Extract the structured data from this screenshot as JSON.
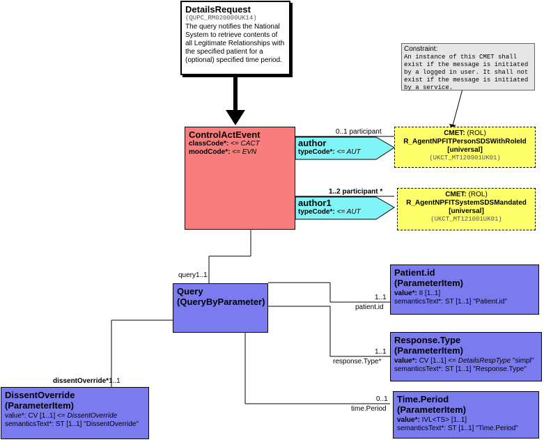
{
  "details_request": {
    "title": "DetailsRequest",
    "code": "(QUPC_RM020000UK14)",
    "description": "The query notifies the National System to retrieve contents of all Legitimate Relationships with the specified patient for a (optional) specified time period."
  },
  "constraint": {
    "label": "Constraint:",
    "text": "An instance of this CMET shall exist if the message is initiated by a logged in user. It shall not exist if the message is initiated by a service."
  },
  "control_act_event": {
    "title": "ControlActEvent",
    "class_code_label": "classCode*:",
    "class_code_value": "<= CACT",
    "mood_code_label": "moodCode*:",
    "mood_code_value": "<= EVN"
  },
  "author": {
    "title": "author",
    "type_code_label": "typeCode*:",
    "type_code_value": "<= AUT",
    "multiplicity": "0..1 participant"
  },
  "author1": {
    "title": "author1",
    "type_code_label": "typeCode*:",
    "type_code_value": "<= AUT",
    "multiplicity": "1..2 participant  *"
  },
  "cmet1": {
    "label": "CMET:",
    "kind": "(ROL)",
    "name": "R_AgentNPFITPersonSDSWithRoleId",
    "qualifier": "[universal]",
    "code": "(UKCT_MT120901UK01)"
  },
  "cmet2": {
    "label": "CMET:",
    "kind": "(ROL)",
    "name": "R_AgentNPFITSystemSDSMandated",
    "qualifier": "[universal]",
    "code": "(UKCT_MT121001UK01)"
  },
  "query": {
    "title": "Query",
    "subtitle": "(QueryByParameter)",
    "link_label": "query",
    "link_mult": "1..1"
  },
  "patient_id": {
    "title": "Patient.id",
    "subtitle": "(ParameterItem)",
    "attr1_label": "value*:",
    "attr1_value": "II [1..1]",
    "attr2_label": "semanticsText*:",
    "attr2_value": "ST [1..1] \"Patient.id\"",
    "mult": "1..1",
    "role": "patient.id"
  },
  "response_type": {
    "title": "Response.Type",
    "subtitle": "(ParameterItem)",
    "attr1_label": "value*:",
    "attr1_value": "CV [1..1] <=",
    "attr1_italic": "DetailsRespType",
    "attr1_tail": "\"simpl\"",
    "attr2_label": "semanticsText*:",
    "attr2_value": "ST [1..1] \"Response.Type\"",
    "mult": "1..1",
    "role": "response.Type*"
  },
  "time_period": {
    "title": "Time.Period",
    "subtitle": "(ParameterItem)",
    "attr1_label": "value*:",
    "attr1_value": "IVL<TS> [1..1]",
    "attr2_label": "semanticsText*:",
    "attr2_value": "ST [1..1] \"Time.Period\"",
    "mult": "0..1",
    "role": "time.Period"
  },
  "dissent_override": {
    "title": "DissentOverride",
    "subtitle": "(ParameterItem)",
    "attr1_label": "value*:",
    "attr1_value": "CV [1..1] <=",
    "attr1_italic": "DissentOverride",
    "attr2_label": "semanticsText*:",
    "attr2_value": "ST [1..1] \"DissentOverride\"",
    "role": "dissentOverride*",
    "mult": "1..1"
  },
  "colors": {
    "blue": "#7b7bf0",
    "red": "#fa7d7d",
    "cyan": "#7ff5f7",
    "yellow": "#ffff6a"
  }
}
